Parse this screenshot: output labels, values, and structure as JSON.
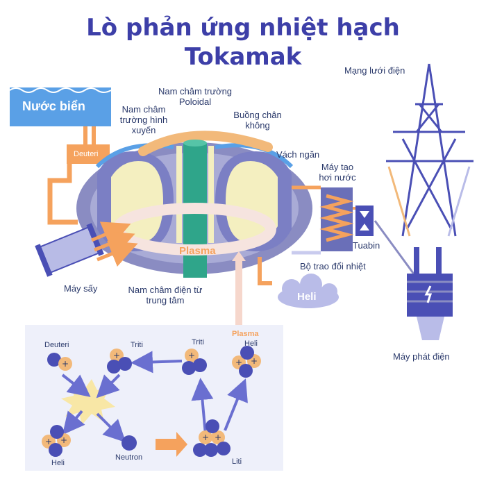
{
  "title": {
    "line1": "Lò phản ứng nhiệt hạch",
    "line2": "Tokamak"
  },
  "labels": {
    "seawater": "Nước biển",
    "deuterium_box": "Deuteri",
    "poloidal_1": "Nam châm trường",
    "poloidal_2": "Poloidal",
    "toroidal_1": "Nam châm",
    "toroidal_2": "trường hình",
    "toroidal_3": "xuyến",
    "vacuum_1": "Buồng chân",
    "vacuum_2": "không",
    "divertor": "Vách ngăn",
    "steam_1": "Máy tạo",
    "steam_2": "hơi nước",
    "turbine": "Tuabin",
    "heat_exchanger": "Bộ trao đổi nhiệt",
    "plasma": "Plasma",
    "central_1": "Nam châm điện từ",
    "central_2": "trung tâm",
    "heater": "Máy sấy",
    "helium_cloud": "Heli",
    "grid": "Mạng lưới điện",
    "generator": "Máy phát điện"
  },
  "reaction": {
    "deuterium": "Deuteri",
    "tritium_1": "Triti",
    "tritium_2": "Triti",
    "plasma": "Plasma",
    "helium_top": "Heli",
    "helium_bottom": "Heli",
    "neutron": "Neutron",
    "lithium": "Liti"
  },
  "colors": {
    "title": "#3d3fa8",
    "accent_orange": "#f5a25d",
    "tokamak_blue": "#7b7fc4",
    "coil_yellow": "#f4efc0",
    "central_green": "#2fa58a",
    "panel_bg": "#eef0fa",
    "water": "#5aa0e6",
    "tower": "#4a4fb5"
  }
}
